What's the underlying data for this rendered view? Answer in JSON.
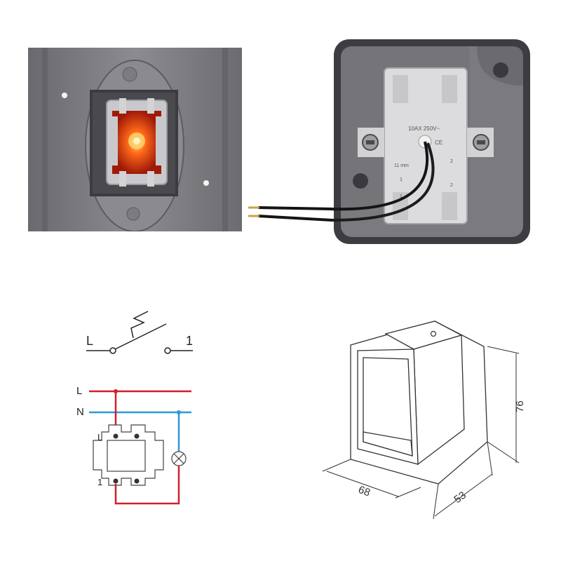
{
  "switch_symbol": {
    "left_label": "L",
    "right_label": "1"
  },
  "wiring": {
    "line_label": "L",
    "neutral_label": "N",
    "terminal_l_label": "L",
    "terminal_1_label": "1",
    "colors": {
      "line": "#d0202a",
      "neutral": "#2a9ad6",
      "terminals": "#333333"
    }
  },
  "back_label": {
    "rating": "10AX 250V~",
    "strip": "11 mm",
    "marks": [
      "CE"
    ],
    "terminal_numbers": [
      "1",
      "2",
      "1",
      "2"
    ]
  },
  "dimensions": {
    "width": "68",
    "depth": "53",
    "height": "76"
  }
}
